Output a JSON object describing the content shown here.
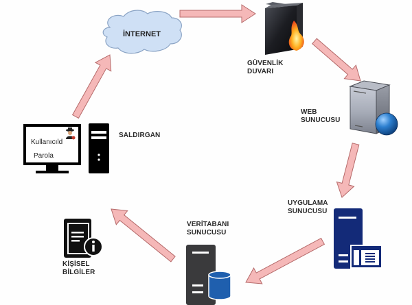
{
  "diagram": {
    "language": "tr",
    "nodes": [
      {
        "id": "attacker",
        "label": "SALDIRGAN",
        "icon": "desktop-computer-icon"
      },
      {
        "id": "internet",
        "label": "İNTERNET",
        "icon": "cloud-icon"
      },
      {
        "id": "firewall",
        "label_lines": [
          "GÜVENLİK",
          "DUVARI"
        ],
        "icon": "firewall-icon"
      },
      {
        "id": "web_server",
        "label_lines": [
          "WEB",
          "SUNUCUSU"
        ],
        "icon": "web-server-icon"
      },
      {
        "id": "app_server",
        "label_lines": [
          "UYGULAMA",
          "SUNUCUSU"
        ],
        "icon": "application-server-icon"
      },
      {
        "id": "db_server",
        "label_lines": [
          "VERİTABANI",
          "SUNUCUSU"
        ],
        "icon": "database-server-icon"
      },
      {
        "id": "personal_info",
        "label_lines": [
          "KİŞİSEL",
          "BİLGİLER"
        ],
        "icon": "info-book-icon"
      }
    ],
    "screen_fields": {
      "username": "Kullanıcıld",
      "password": "Parola"
    },
    "edges": [
      {
        "from": "attacker",
        "to": "internet"
      },
      {
        "from": "internet",
        "to": "firewall"
      },
      {
        "from": "firewall",
        "to": "web_server"
      },
      {
        "from": "web_server",
        "to": "app_server"
      },
      {
        "from": "app_server",
        "to": "db_server"
      },
      {
        "from": "db_server",
        "to": "personal_info"
      }
    ],
    "colors": {
      "arrow_fill": "#f5b8b8",
      "arrow_stroke": "#b56a6a",
      "cloud_fill": "#cfe0f5",
      "cloud_stroke": "#8aa3c4",
      "app_server_blue": "#132a78",
      "db_blue": "#1f5fae",
      "globe_blue": "#2c7fcf"
    }
  }
}
